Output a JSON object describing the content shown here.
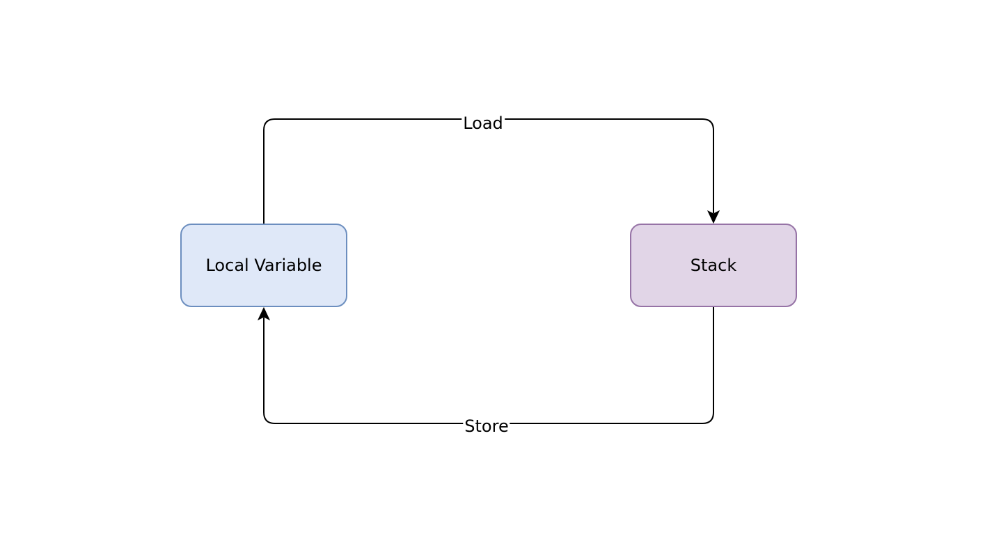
{
  "nodes": {
    "local_variable": {
      "label": "Local Variable",
      "fill": "#dfe8f8",
      "stroke": "#6c8ebf"
    },
    "stack": {
      "label": "Stack",
      "fill": "#e1d5e7",
      "stroke": "#9673a6"
    }
  },
  "edges": {
    "load": {
      "label": "Load",
      "from": "Local Variable",
      "to": "Stack"
    },
    "store": {
      "label": "Store",
      "from": "Stack",
      "to": "Local Variable"
    }
  },
  "colors": {
    "edge_stroke": "#000000",
    "background": "#ffffff"
  }
}
